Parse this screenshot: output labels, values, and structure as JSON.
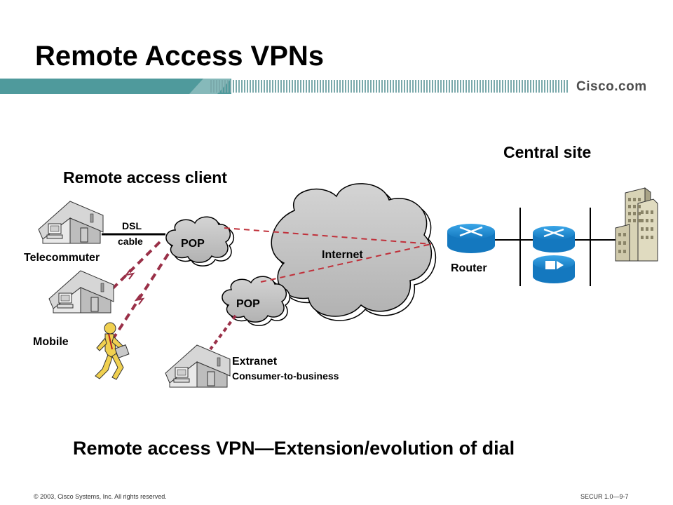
{
  "slide": {
    "title": "Remote Access VPNs",
    "brand": "Cisco.com"
  },
  "labels": {
    "central_site": "Central site",
    "remote_access_client": "Remote access client",
    "dsl": "DSL",
    "cable": "cable",
    "telecommuter": "Telecommuter",
    "mobile": "Mobile",
    "pop_top": "POP",
    "pop_bottom": "POP",
    "internet": "Internet",
    "router": "Router",
    "extranet": "Extranet",
    "consumer_to_business": "Consumer-to-business"
  },
  "statement": "Remote access VPN—Extension/evolution of dial",
  "footer": {
    "copyright": "© 2003, Cisco Systems, Inc. All rights reserved.",
    "course_code": "SECUR 1.0—9-7"
  },
  "colors": {
    "band_teal": "#4f9a9c",
    "cloud_gray": "#c0c0c0",
    "router_blue": "#1f8fd6",
    "vpn_tunnel": "#c0303a",
    "house_gray": "#b8b8b8",
    "building_tan": "#c9c4a8",
    "person_yellow": "#f0d050"
  },
  "icons": [
    "house-icon",
    "router-icon",
    "vpn-concentrator-icon",
    "building-icon",
    "mobile-worker-icon",
    "cloud-icon"
  ]
}
